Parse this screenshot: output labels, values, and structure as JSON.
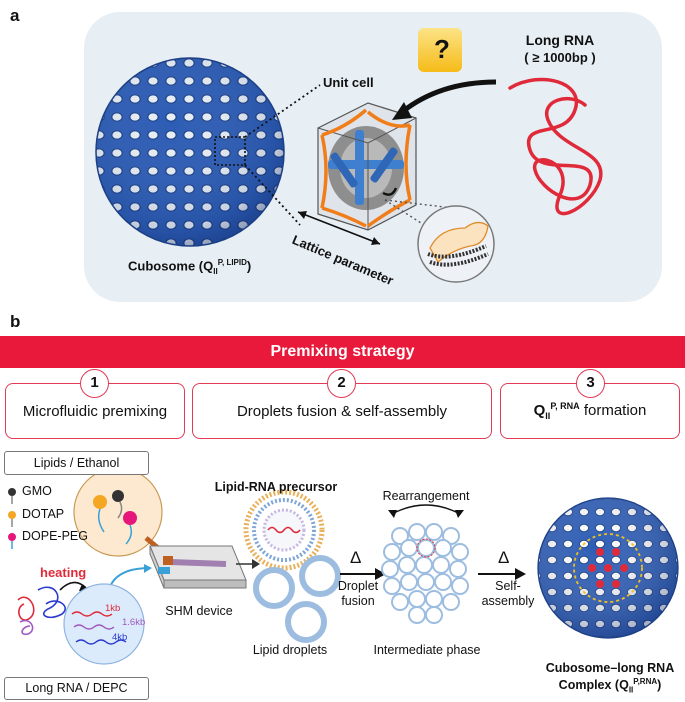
{
  "panel_a": {
    "letter": "a",
    "question_mark": "?",
    "long_rna_title": "Long RNA",
    "long_rna_sub": "( ≥ 1000bp )",
    "unit_cell": "Unit cell",
    "lattice_parameter": "Lattice parameter",
    "cubosome_label": "Cubosome (Q",
    "cubosome_sub": "II",
    "cubosome_sup": "P, LIPID",
    "cubosome_close": ")"
  },
  "panel_b": {
    "letter": "b",
    "banner": "Premixing strategy",
    "steps": [
      {
        "num": "1",
        "label": "Microfluidic premixing"
      },
      {
        "num": "2",
        "label": "Droplets fusion & self-assembly"
      },
      {
        "num": "3",
        "label_main": "Q",
        "label_sub": "II",
        "label_sup": "P, RNA",
        "label_tail": " formation"
      }
    ],
    "lipids_box": "Lipids / Ethanol",
    "lipid_legend": [
      "GMO",
      "DOTAP",
      "DOPE-PEG"
    ],
    "heating": "heating",
    "rna_lengths": [
      "1kb",
      "1.6kb",
      "4kb"
    ],
    "rna_box": "Long RNA / DEPC",
    "shm_device": "SHM device",
    "precursor": "Lipid-RNA precursor",
    "delta1": "Δ",
    "droplet_fusion": [
      "Droplet",
      "fusion"
    ],
    "lipid_droplets": "Lipid droplets",
    "rearrangement": "Rearrangement",
    "intermediate": "Intermediate phase",
    "delta2": "Δ",
    "self_assembly": [
      "Self-",
      "assembly"
    ],
    "complex_line1": "Cubosome–long RNA",
    "complex_line2": "Complex (Q",
    "complex_sub": "II",
    "complex_sup": "P,RNA",
    "complex_close": ")"
  },
  "colors": {
    "banner": "#e8193a",
    "cubosome_blue": "#2f5fb8",
    "rna_red": "#e02a3a",
    "orange": "#f07d1a",
    "panel_bg": "#e7eef4"
  }
}
